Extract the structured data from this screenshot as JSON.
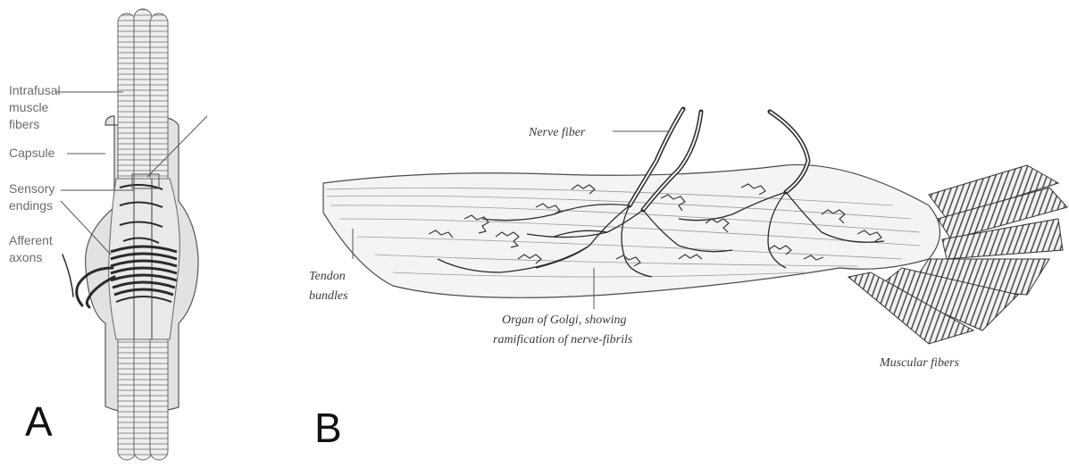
{
  "panel_a": {
    "letter": "A",
    "labels": {
      "intrafusal_line1": "Intrafusal",
      "intrafusal_line2": "muscle",
      "intrafusal_line3": "fibers",
      "capsule": "Capsule",
      "sensory_line1": "Sensory",
      "sensory_line2": "endings",
      "afferent_line1": "Afferent",
      "afferent_line2": "axons"
    }
  },
  "panel_b": {
    "letter": "B",
    "labels": {
      "nerve_fiber": "Nerve fiber",
      "tendon_line1": "Tendon",
      "tendon_line2": "bundles",
      "golgi_line1": "Organ of Golgi, showing",
      "golgi_line2": "ramification of nerve-fibrils",
      "muscular_fibers": "Muscular fibers"
    }
  },
  "colors": {
    "background": "#ffffff",
    "ink": "#2a2a2a",
    "label_gray": "#6b6b6b",
    "capsule_fill": "#e2e2e2",
    "fiber_fill": "#eeeeee"
  }
}
